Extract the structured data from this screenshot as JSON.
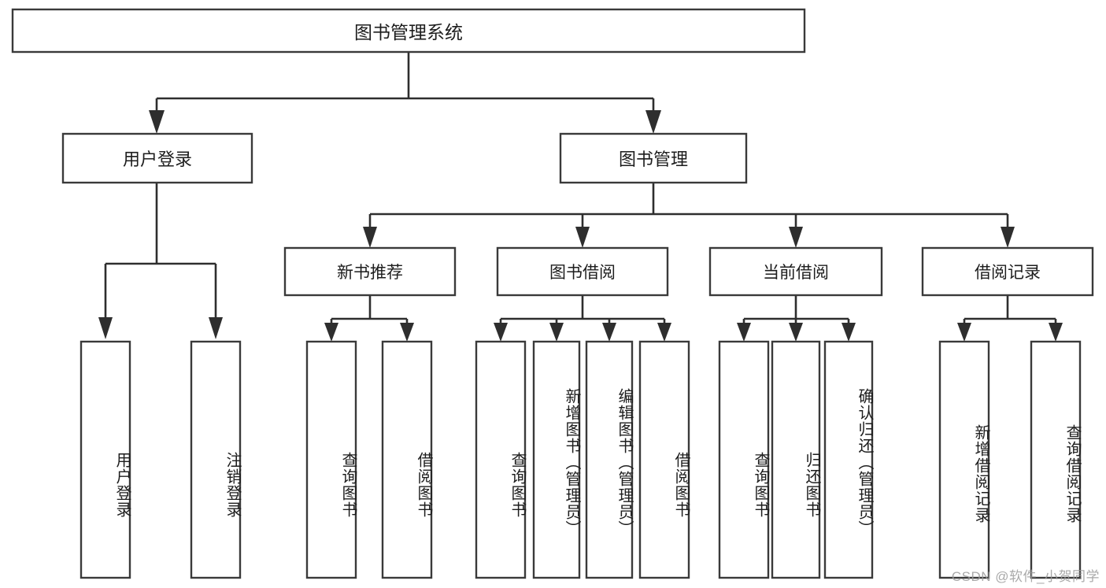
{
  "diagram": {
    "type": "tree-hierarchy",
    "title": "图书管理系统",
    "watermark": "CSDN @软件_小贺同学",
    "colors": {
      "box_stroke": "#3a3a3a",
      "connector": "#2e2e2e",
      "text": "#1d1d1d",
      "background": "#ffffff",
      "watermark": "#9b9b9b"
    },
    "root": {
      "label": "图书管理系统"
    },
    "level2": [
      {
        "label": "用户登录"
      },
      {
        "label": "图书管理"
      }
    ],
    "level3": [
      {
        "label": "新书推荐"
      },
      {
        "label": "图书借阅"
      },
      {
        "label": "当前借阅"
      },
      {
        "label": "借阅记录"
      }
    ],
    "leaves": {
      "user_login": [
        {
          "label": "用户登录"
        },
        {
          "label": "注销登录"
        }
      ],
      "new_book": [
        {
          "label": "查询图书"
        },
        {
          "label": "借阅图书"
        }
      ],
      "book_borrow": [
        {
          "label": "查询图书"
        },
        {
          "label": "新增图书（管理员）"
        },
        {
          "label": "编辑图书（管理员）"
        },
        {
          "label": "借阅图书"
        }
      ],
      "current_borrow": [
        {
          "label": "查询图书"
        },
        {
          "label": "归还图书"
        },
        {
          "label": "确认归还（管理员）"
        }
      ],
      "borrow_record": [
        {
          "label": "新增借阅记录"
        },
        {
          "label": "查询借阅记录"
        }
      ]
    }
  }
}
